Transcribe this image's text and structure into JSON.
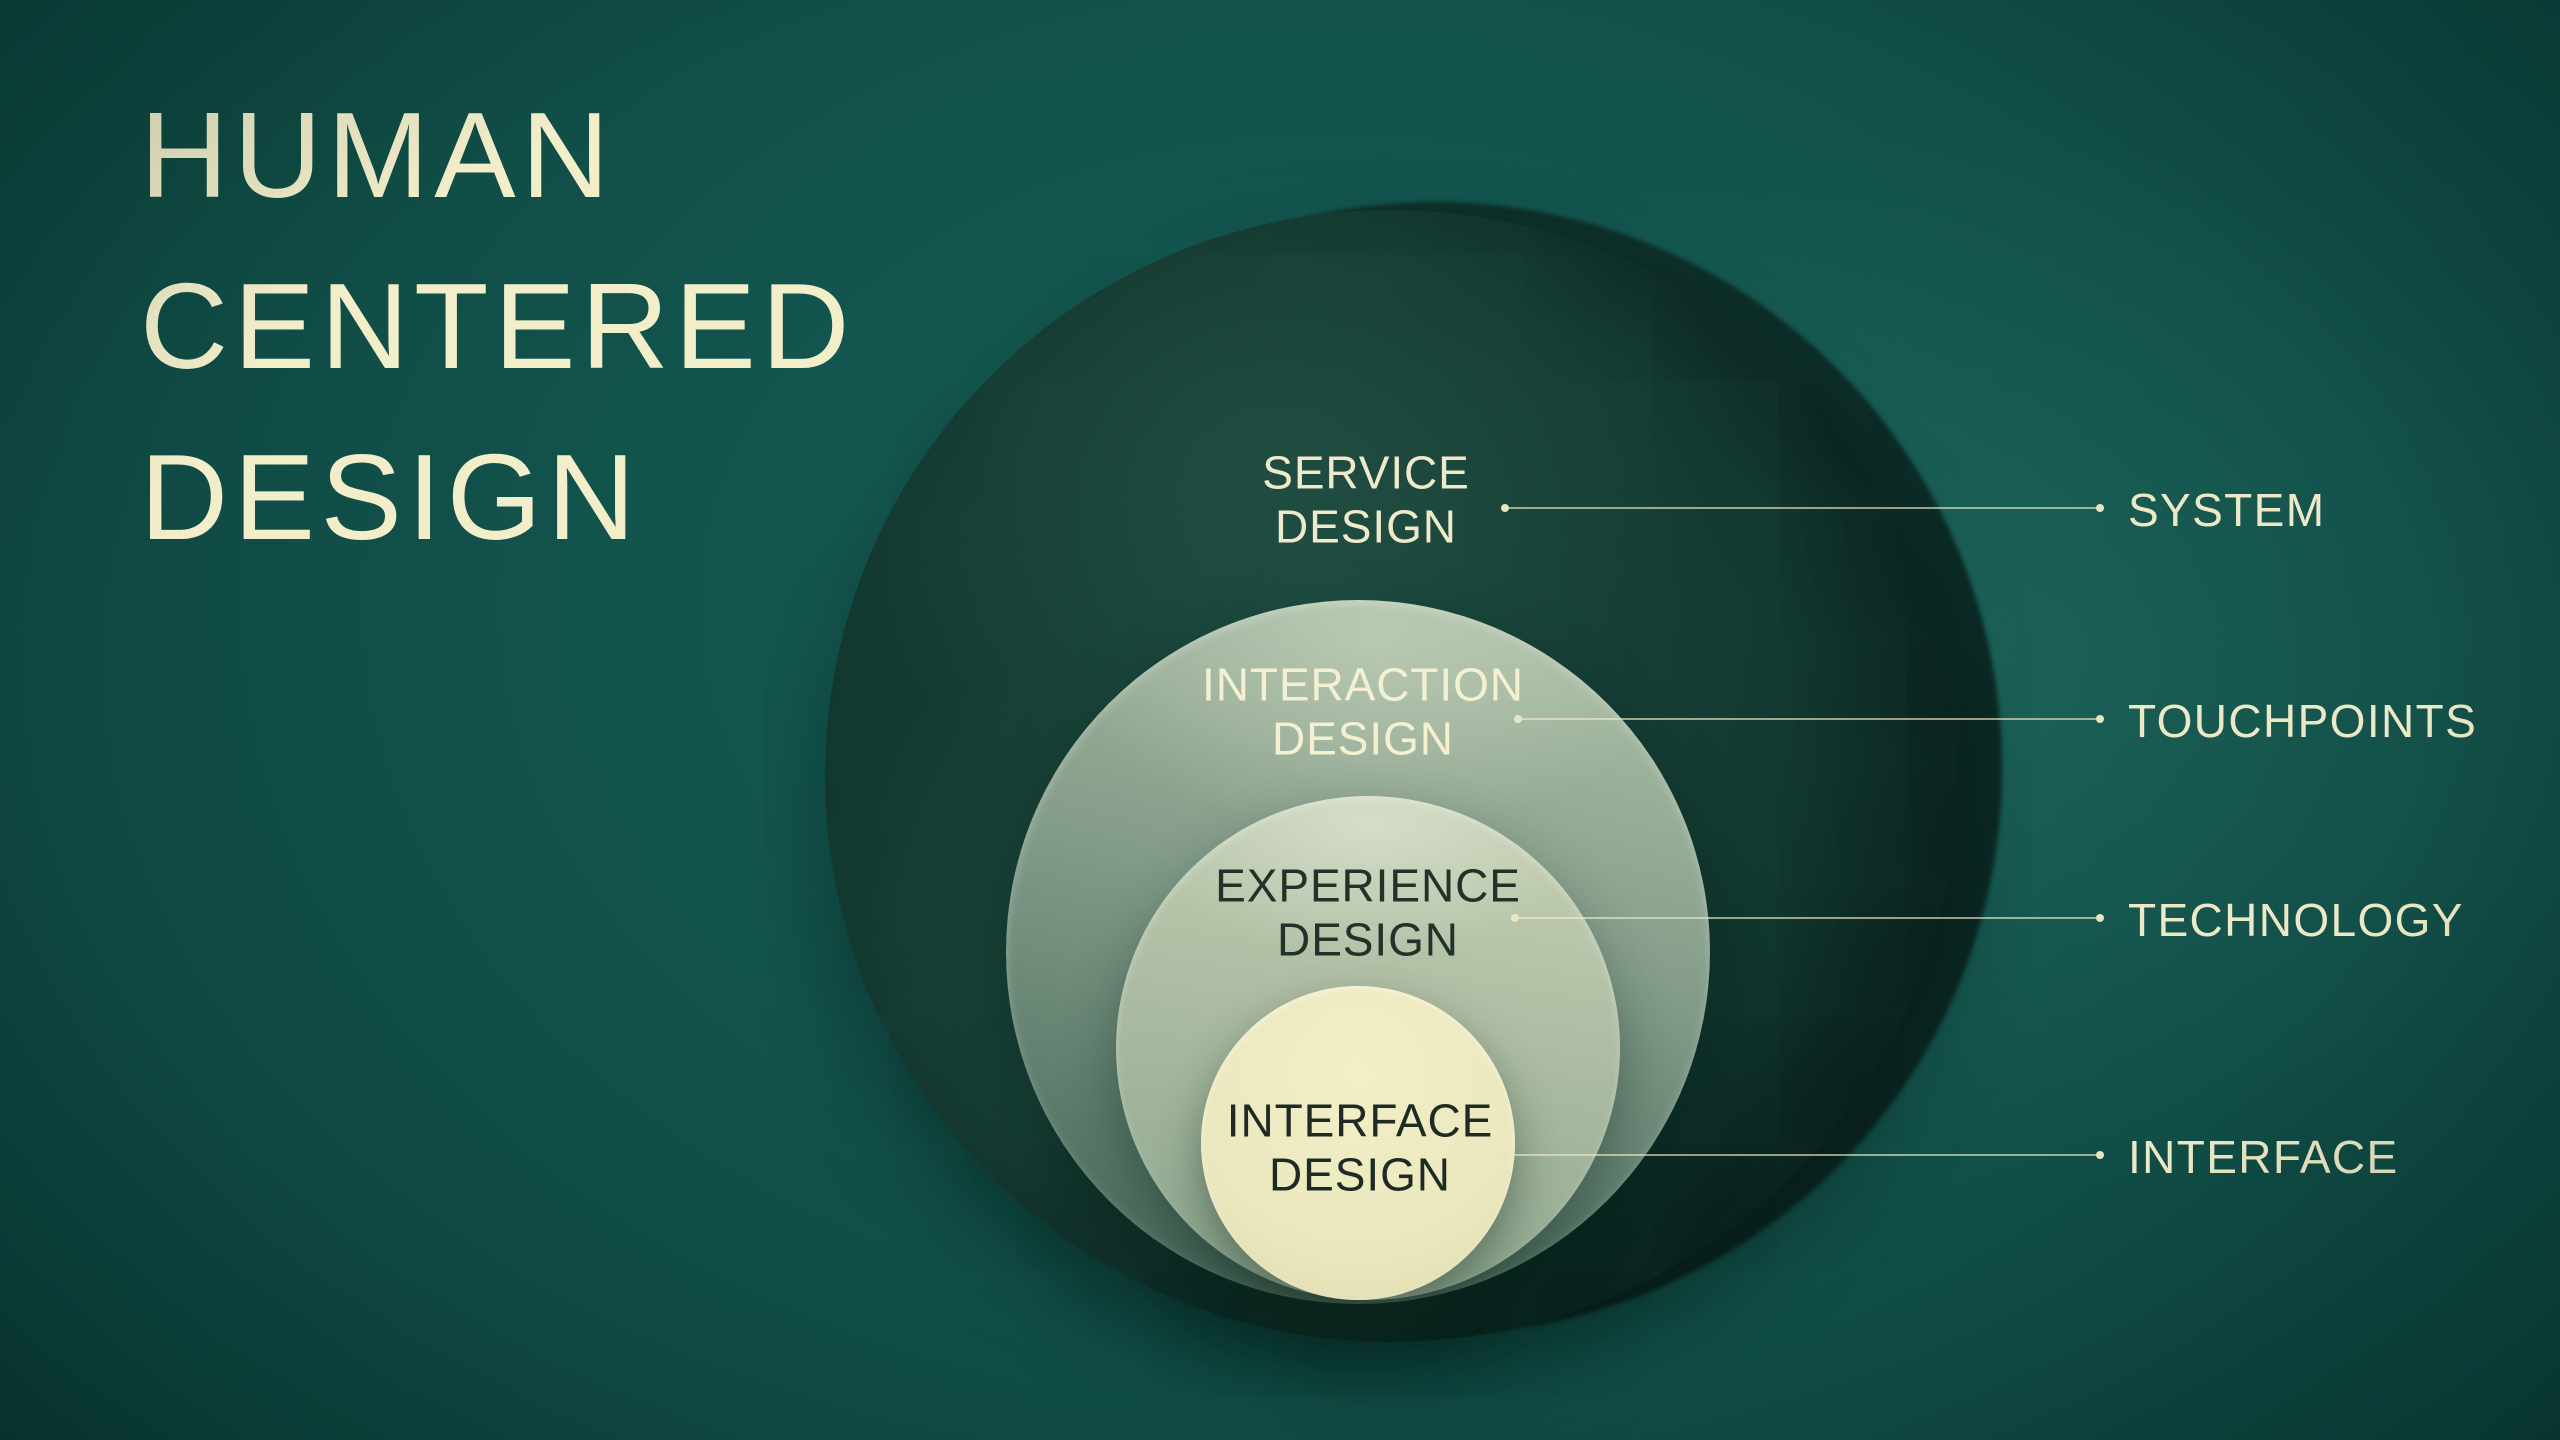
{
  "title": {
    "line1": "HUMAN",
    "line2": "CENTERED",
    "line3": "DESIGN"
  },
  "rings": [
    {
      "id": "service-design",
      "label": "SERVICE\nDESIGN",
      "annotation": "SYSTEM",
      "fill": "#123830",
      "text_color": "#efeaca"
    },
    {
      "id": "interaction-design",
      "label": "INTERACTION\nDESIGN",
      "annotation": "TOUCHPOINTS",
      "fill": "#849c8a",
      "text_color": "#f4f0d2"
    },
    {
      "id": "experience-design",
      "label": "EXPERIENCE\nDESIGN",
      "annotation": "TECHNOLOGY",
      "fill": "#aabaa0",
      "text_color": "#203229"
    },
    {
      "id": "interface-design",
      "label": "INTERFACE\nDESIGN",
      "annotation": "INTERFACE",
      "fill": "#ebe7bd",
      "text_color": "#1d2b24"
    }
  ],
  "colors": {
    "background_teal": "#115049",
    "accent_cream": "#f1ecca",
    "outer_ring_dark": "#123830",
    "connector_line": "#e9e5c0"
  }
}
